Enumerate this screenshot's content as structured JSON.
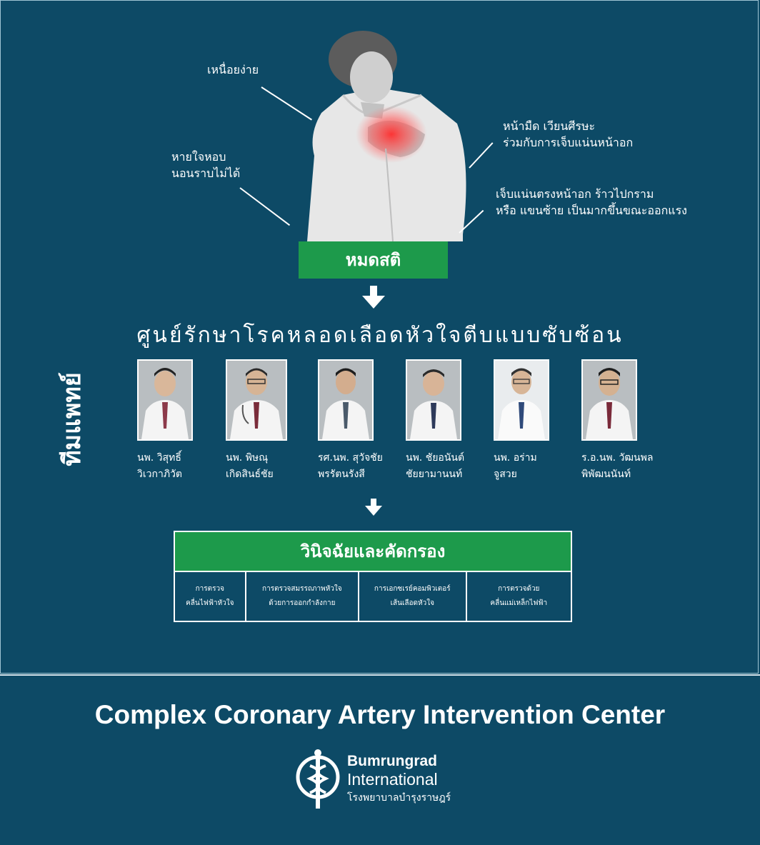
{
  "symptoms": {
    "fatigue": "เหนื่อยง่าย",
    "breath_line1": "หายใจหอบ",
    "breath_line2": "นอนราบไม่ได้",
    "dizzy_line1": "หน้ามืด เวียนศีรษะ",
    "dizzy_line2": "ร่วมกับการเจ็บแน่นหน้าอก",
    "pain_line1": "เจ็บแน่นตรงหน้าอก ร้าวไปกราม",
    "pain_line2": "หรือ แขนซ้าย เป็นมากขึ้นขณะออกแรง",
    "fainting": "หมดสติ"
  },
  "center_title": "ศูนย์รักษาโรคหลอดเลือดหัวใจตีบแบบซับซ้อน",
  "team_label": "ทีมแพทย์",
  "doctors": [
    {
      "line1": "นพ. วิสุทธิ์",
      "line2": "วิเวกาภิวัต"
    },
    {
      "line1": "นพ. พิษณุ",
      "line2": "เกิดสินธ์ชัย"
    },
    {
      "line1": "รศ.นพ. สุวัจชัย",
      "line2": "พรรัตนรังสี"
    },
    {
      "line1": "นพ. ชัยอนันต์",
      "line2": "ชัยยามานนท์"
    },
    {
      "line1": "นพ. อร่าม",
      "line2": "จูสวย"
    },
    {
      "line1": "ร.อ.นพ. วัฒนพล",
      "line2": "พิพัฒนนันท์"
    }
  ],
  "diagnosis": {
    "title": "วินิจฉัยและคัดกรอง",
    "tests": [
      {
        "line1": "การตรวจ",
        "line2": "คลื่นไฟฟ้าหัวใจ"
      },
      {
        "line1": "การตรวจสมรรถภาพหัวใจ",
        "line2": "ด้วยการออกกำลังกาย"
      },
      {
        "line1": "การเอกซเรย์คอมพิวเตอร์",
        "line2": "เส้นเลือดหัวใจ"
      },
      {
        "line1": "การตรวจด้วย",
        "line2": "คลื่นแม่เหล็กไฟฟ้า"
      }
    ]
  },
  "footer": {
    "title": "Complex Coronary Artery Intervention Center",
    "logo_name1": "Bumrungrad",
    "logo_name2": "International",
    "logo_thai": "โรงพยาบาลบำรุงราษฎร์"
  },
  "colors": {
    "background": "#0d4a66",
    "accent_green": "#1d9a4b"
  }
}
